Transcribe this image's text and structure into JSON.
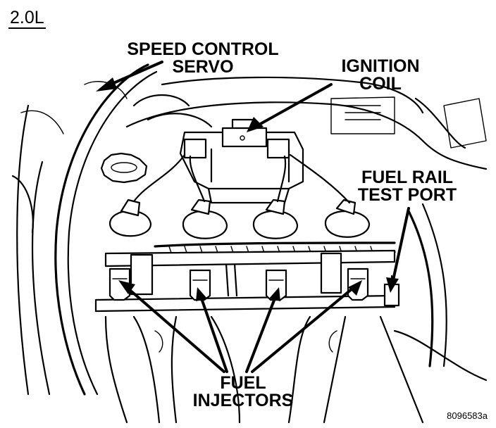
{
  "figure": {
    "engine_label": "2.0L",
    "figure_id": "8096583a"
  },
  "callouts": {
    "speed_control_servo": [
      "SPEED CONTROL",
      "SERVO"
    ],
    "ignition_coil": [
      "IGNITION",
      "COIL"
    ],
    "fuel_rail_test_port": [
      "FUEL RAIL",
      "TEST PORT"
    ],
    "fuel_injectors": [
      "FUEL",
      "INJECTORS"
    ]
  }
}
